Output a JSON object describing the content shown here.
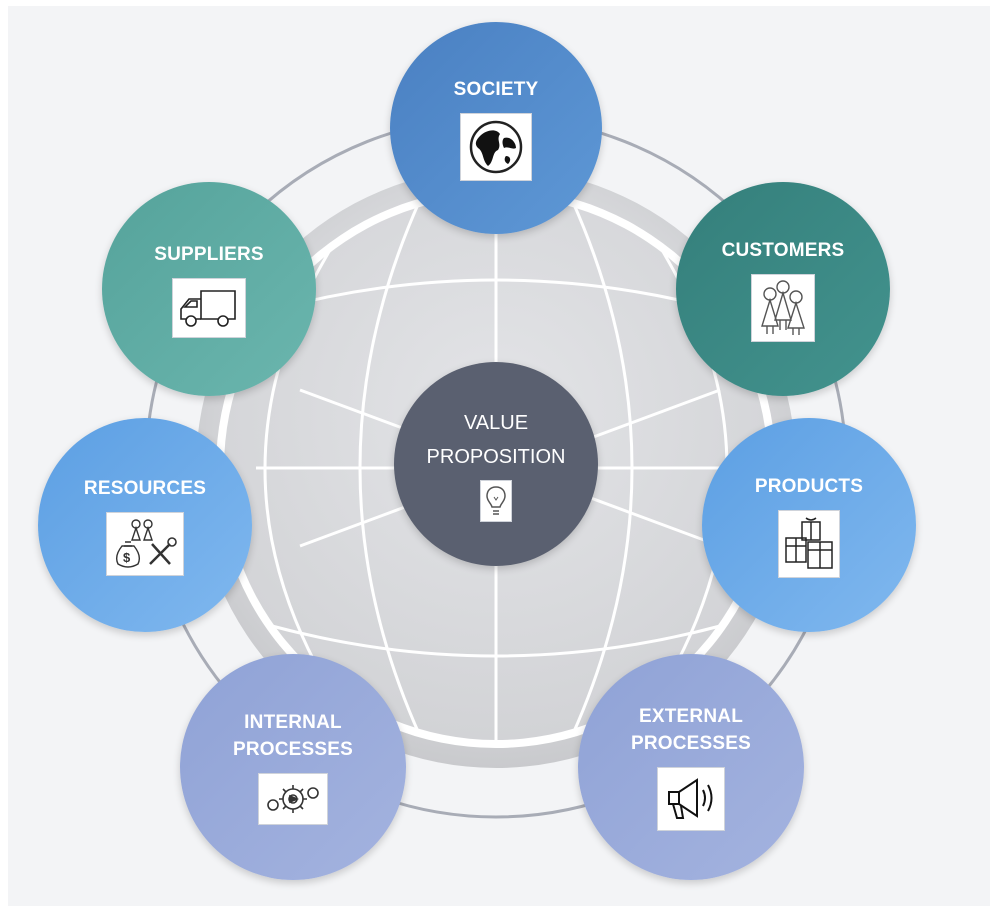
{
  "center": {
    "label": "VALUE\nPROPOSITION",
    "icon": "lightbulb-icon",
    "color": "#5a6070"
  },
  "nodes": [
    {
      "id": "society",
      "label": "SOCIETY",
      "icon": "globe-icon",
      "color": "#4f86c6"
    },
    {
      "id": "customers",
      "label": "CUSTOMERS",
      "icon": "people-icon",
      "color": "#3c8a85"
    },
    {
      "id": "products",
      "label": "PRODUCTS",
      "icon": "gift-boxes-icon",
      "color": "#63a6e6"
    },
    {
      "id": "external-processes",
      "label": "EXTERNAL\nPROCESSES",
      "icon": "megaphone-icon",
      "color": "#96a8d8"
    },
    {
      "id": "internal-processes",
      "label": "INTERNAL\nPROCESSES",
      "icon": "gears-icon",
      "color": "#96a8d8"
    },
    {
      "id": "resources",
      "label": "RESOURCES",
      "icon": "money-tools-icon",
      "color": "#63a6e6"
    },
    {
      "id": "suppliers",
      "label": "SUPPLIERS",
      "icon": "truck-icon",
      "color": "#5eaaa3"
    }
  ]
}
